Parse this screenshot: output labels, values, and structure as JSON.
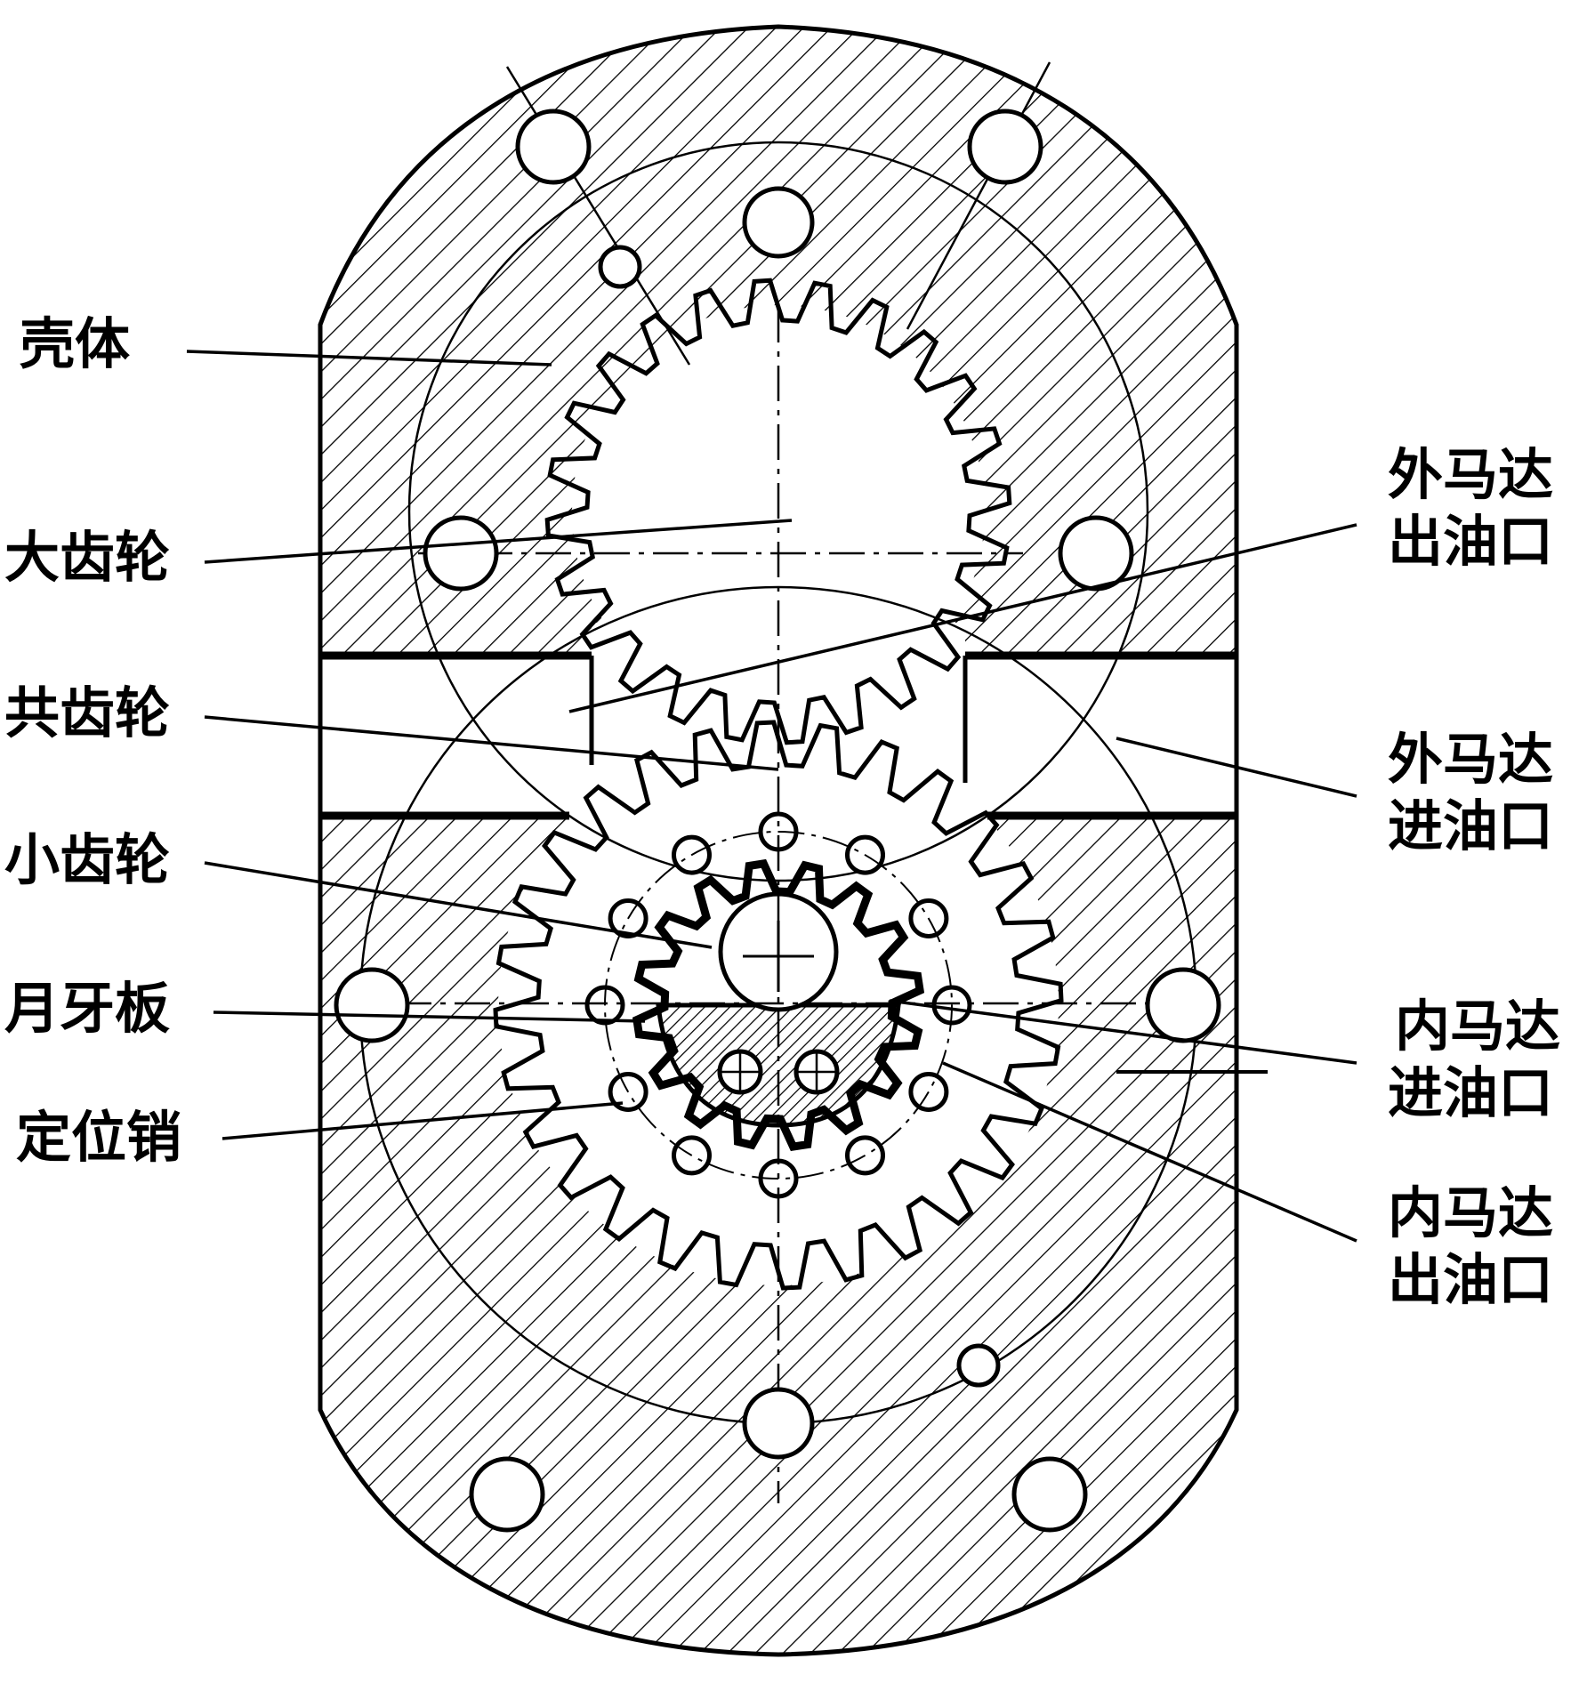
{
  "labels": {
    "housing": "壳体",
    "large_gear": "大齿轮",
    "common_gear": "共齿轮",
    "small_gear": "小齿轮",
    "crescent": "月牙板",
    "pin": "定位销",
    "outer_motor_outlet_1": "外马达",
    "outer_motor_outlet_2": "出油口",
    "outer_motor_inlet_1": "外马达",
    "outer_motor_inlet_2": "进油口",
    "inner_motor_inlet_1": "内马达",
    "inner_motor_inlet_2": "进油口",
    "inner_motor_outlet_1": "内马达",
    "inner_motor_outlet_2": "出油口"
  }
}
